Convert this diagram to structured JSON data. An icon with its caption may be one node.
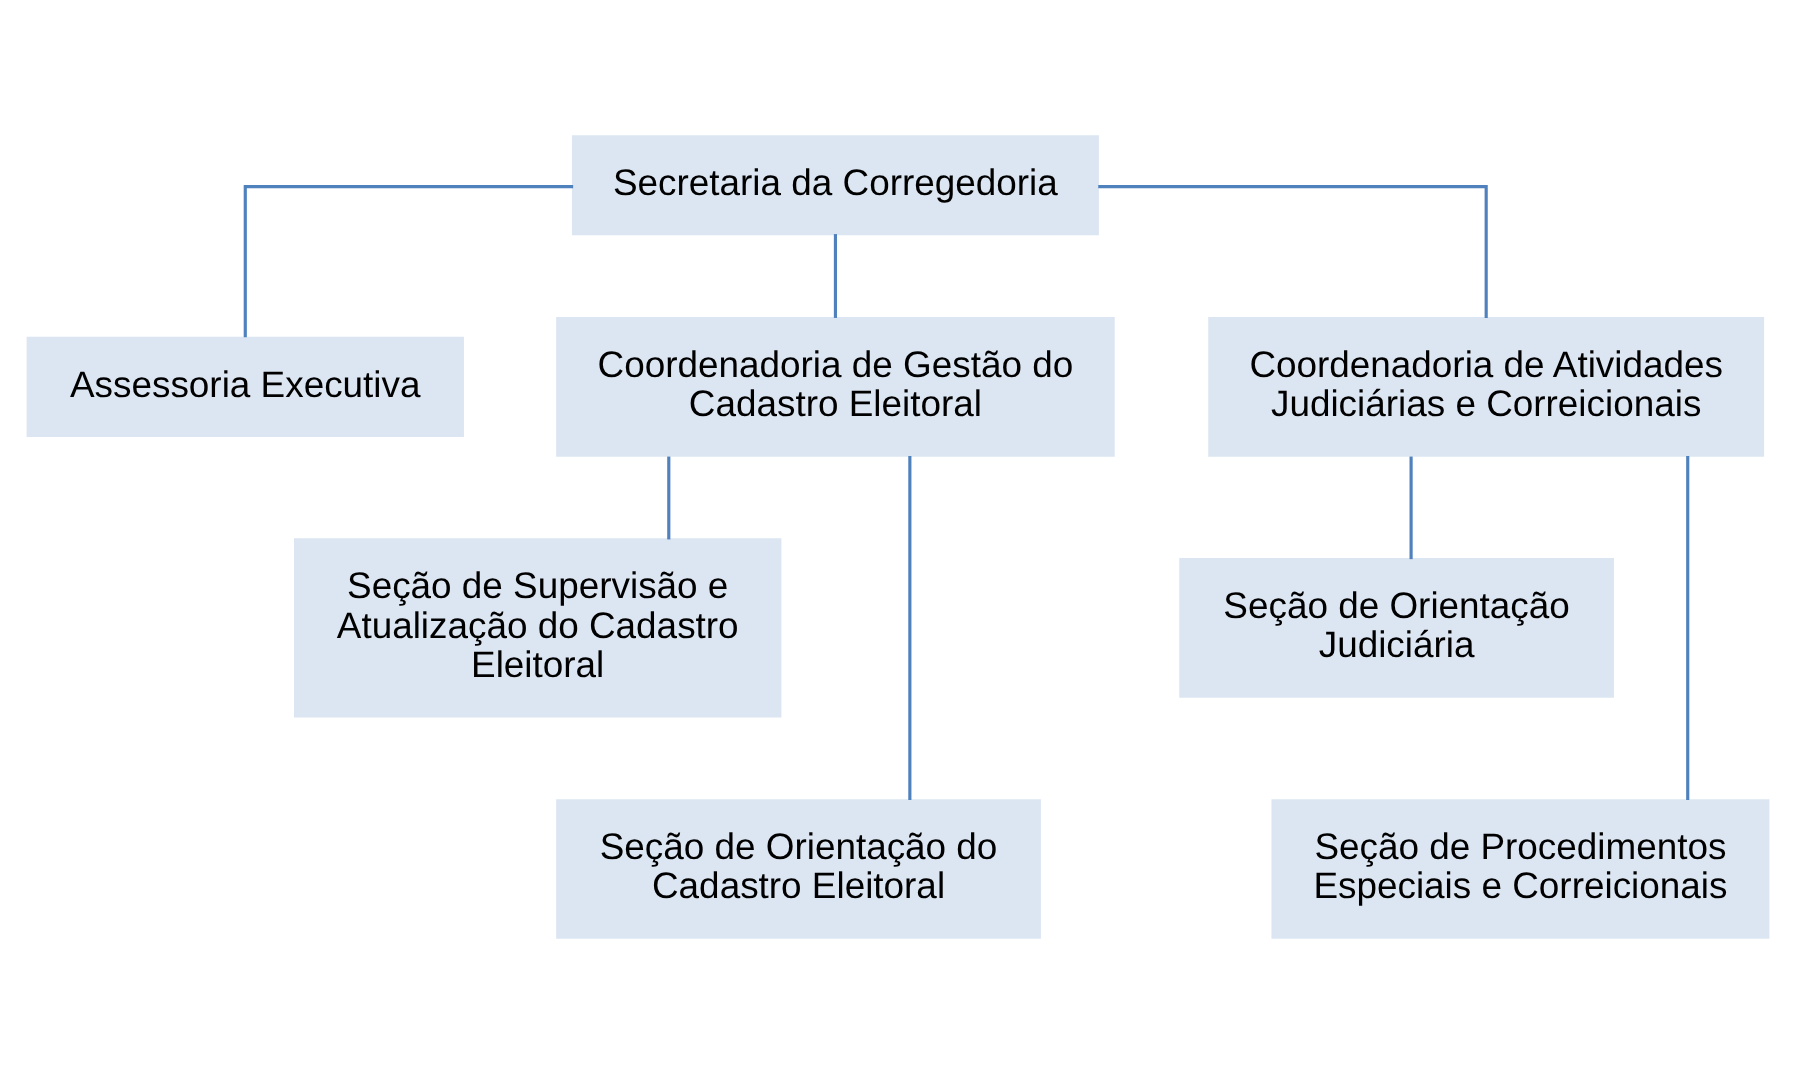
{
  "diagram": {
    "nodes": [
      {
        "text": [
          "Secretaria da Corregedoria"
        ]
      },
      {
        "text": [
          "Assessoria Executiva"
        ]
      },
      {
        "text": [
          "Coordenadoria de Gestão do Cadastro Eleitoral"
        ]
      },
      {
        "text": [
          "Coordenadoria de Atividades Judiciárias e Correicionais"
        ]
      },
      {
        "text": [
          "Seção de Supervisão e Atualização do Cadastro Eleitoral"
        ]
      },
      {
        "text": [
          "Seção de Orientação do Cadastro Eleitoral"
        ]
      },
      {
        "text": [
          "Seção de Orientação Judiciária"
        ]
      },
      {
        "text": [
          "Seção de Procedimentos Especiais e Correicionais"
        ]
      }
    ],
    "edges": [
      {
        "from": 0,
        "to": 1,
        "arrow": "none"
      },
      {
        "from": 0,
        "to": 2,
        "arrow": "none"
      },
      {
        "from": 0,
        "to": 3,
        "arrow": "none"
      },
      {
        "from": 2,
        "to": 4,
        "arrow": "none"
      },
      {
        "from": 2,
        "to": 5,
        "arrow": "none"
      },
      {
        "from": 3,
        "to": 6,
        "arrow": "none"
      },
      {
        "from": 3,
        "to": 7,
        "arrow": "none"
      }
    ]
  }
}
